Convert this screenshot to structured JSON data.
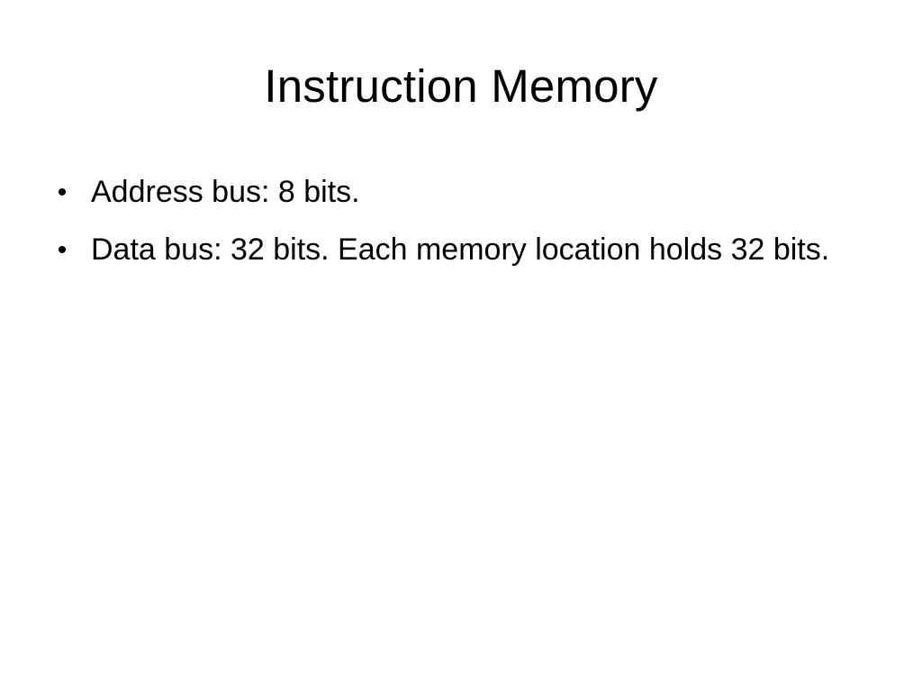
{
  "slide": {
    "title": "Instruction Memory",
    "bullet_symbol": "•",
    "bullets": [
      "Address bus: 8 bits.",
      "Data bus: 32 bits. Each memory location holds 32 bits."
    ]
  },
  "colors": {
    "background": "#ffffff",
    "text": "#000000"
  }
}
